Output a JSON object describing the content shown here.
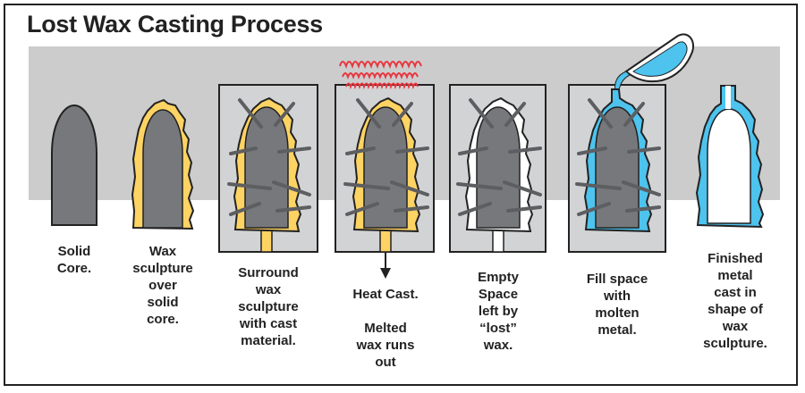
{
  "title": "Lost Wax Casting Process",
  "colors": {
    "band": "#cccccd",
    "core": "#77787b",
    "wax": "#fdd363",
    "molten_metal": "#4dc3ee",
    "casing": "#d2d3d5",
    "outline": "#222222",
    "heat": "#e8353d",
    "pins": "#5d5e61"
  },
  "steps": [
    {
      "id": "solid-core",
      "label": "Solid\nCore."
    },
    {
      "id": "wax-sculpture",
      "label": "Wax\nsculpture\nover\nsolid\ncore."
    },
    {
      "id": "surround-cast",
      "label": "Surround\nwax\nsculpture\nwith cast\nmaterial."
    },
    {
      "id": "heat-cast",
      "label": "Heat Cast.\n\nMelted\nwax runs\nout"
    },
    {
      "id": "empty-space",
      "label": "Empty\nSpace\nleft by\n“lost”\nwax."
    },
    {
      "id": "fill-metal",
      "label": "Fill space\nwith\nmolten\nmetal."
    },
    {
      "id": "finished-cast",
      "label": "Finished\nmetal\ncast in\nshape of\nwax\nsculpture."
    }
  ]
}
